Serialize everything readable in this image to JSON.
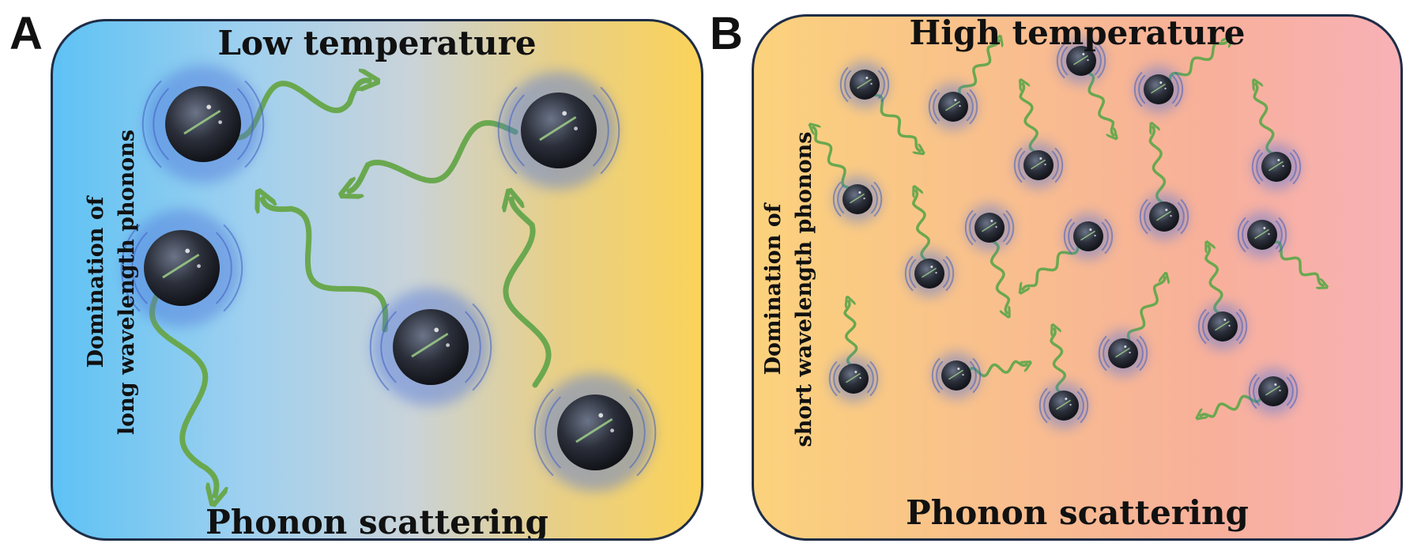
{
  "panels": [
    {
      "letter": "A",
      "title_top": "Low temperature",
      "title_bottom": "Phonon scattering",
      "side_label": [
        "Domination of",
        "long wavelength phonons"
      ]
    },
    {
      "letter": "B",
      "title_top": "High temperature",
      "title_bottom": "Phonon scattering",
      "side_label": [
        "Domination of",
        "short wavelength phonons"
      ]
    }
  ],
  "colors": {
    "panel_a_left": "#5ec2f4",
    "panel_a_right": "#fbd35a",
    "panel_b_left": "#fbd27c",
    "panel_b_right": "#f8b1b6",
    "border": "#1f2d47",
    "phonon_arrow": "#6aa84f",
    "atom": "#2b2f3a",
    "vibration_halo": "#4f74d9"
  }
}
